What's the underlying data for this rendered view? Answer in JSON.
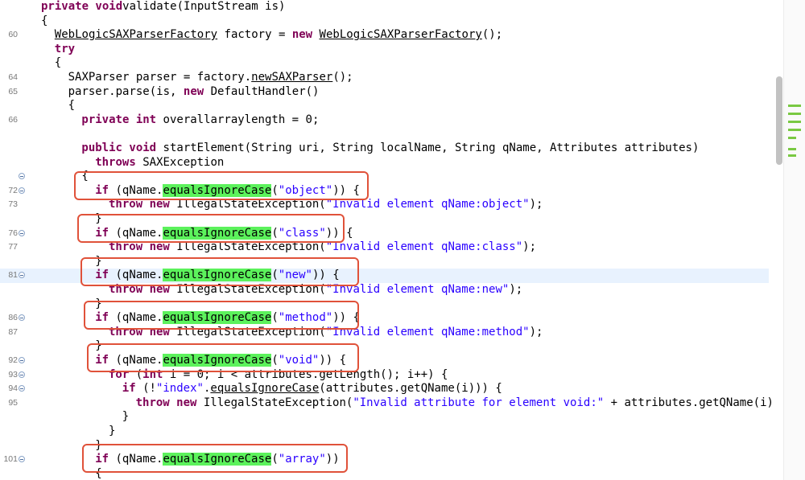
{
  "colors": {
    "keyword": "#7f0055",
    "string": "#2a00ff",
    "match_highlight": "#5cf25c",
    "callout_box": "#e0523a",
    "current_line": "#e8f2fe",
    "line_number": "#787878",
    "overview_mark": "#79c942"
  },
  "editor": {
    "lines": [
      {
        "num": "",
        "fold": false,
        "indent": 0,
        "segs": [
          [
            "kw",
            "private void"
          ],
          [
            "",
            "validate(InputStream is)"
          ]
        ]
      },
      {
        "num": "",
        "fold": false,
        "indent": 0,
        "segs": [
          [
            "",
            "{"
          ]
        ]
      },
      {
        "num": "60",
        "fold": false,
        "indent": 1,
        "segs": [
          [
            "ul",
            "WebLogicSAXParserFactory"
          ],
          [
            "",
            " factory = "
          ],
          [
            "kw",
            "new"
          ],
          [
            "",
            " "
          ],
          [
            "ul",
            "WebLogicSAXParserFactory"
          ],
          [
            "",
            "();"
          ]
        ]
      },
      {
        "num": "",
        "fold": false,
        "indent": 1,
        "segs": [
          [
            "kw",
            "try"
          ]
        ]
      },
      {
        "num": "",
        "fold": false,
        "indent": 1,
        "segs": [
          [
            "",
            "{"
          ]
        ]
      },
      {
        "num": "64",
        "fold": false,
        "indent": 2,
        "segs": [
          [
            "",
            "SAXParser parser = factory."
          ],
          [
            "ul",
            "newSAXParser"
          ],
          [
            "",
            "();"
          ]
        ]
      },
      {
        "num": "65",
        "fold": false,
        "indent": 2,
        "segs": [
          [
            "",
            "parser.parse(is, "
          ],
          [
            "kw",
            "new"
          ],
          [
            "",
            " DefaultHandler()"
          ]
        ]
      },
      {
        "num": "",
        "fold": false,
        "indent": 2,
        "segs": [
          [
            "",
            "{"
          ]
        ]
      },
      {
        "num": "66",
        "fold": false,
        "indent": 3,
        "segs": [
          [
            "kw",
            "private int"
          ],
          [
            "",
            " overallarraylength = 0;"
          ]
        ]
      },
      {
        "num": "",
        "fold": false,
        "indent": 0,
        "segs": []
      },
      {
        "num": "",
        "fold": false,
        "indent": 3,
        "segs": [
          [
            "kw",
            "public void"
          ],
          [
            "",
            " startElement(String uri, String localName, String qName, Attributes attributes)"
          ]
        ]
      },
      {
        "num": "",
        "fold": false,
        "indent": 4,
        "segs": [
          [
            "kw",
            "throws"
          ],
          [
            "",
            " SAXException"
          ]
        ]
      },
      {
        "num": "",
        "fold": true,
        "indent": 3,
        "segs": [
          [
            "",
            "{"
          ]
        ]
      },
      {
        "num": "72",
        "fold": true,
        "indent": 4,
        "segs": [
          [
            "kw",
            "if"
          ],
          [
            "",
            " (qName."
          ],
          [
            "hl",
            "equalsIgnoreCase"
          ],
          [
            "",
            "("
          ],
          [
            "str",
            "\"object\""
          ],
          [
            "",
            "))"
          ],
          [
            "",
            " {"
          ]
        ]
      },
      {
        "num": "73",
        "fold": false,
        "indent": 5,
        "segs": [
          [
            "kw",
            "throw new"
          ],
          [
            "",
            " IllegalStateException("
          ],
          [
            "str",
            "\"Invalid element qName:object\""
          ],
          [
            "",
            ");"
          ]
        ]
      },
      {
        "num": "",
        "fold": false,
        "indent": 4,
        "segs": [
          [
            "",
            "}"
          ]
        ]
      },
      {
        "num": "76",
        "fold": true,
        "indent": 4,
        "segs": [
          [
            "kw",
            "if"
          ],
          [
            "",
            " (qName."
          ],
          [
            "hl",
            "equalsIgnoreCase"
          ],
          [
            "",
            "("
          ],
          [
            "str",
            "\"class\""
          ],
          [
            "",
            "))"
          ],
          [
            "",
            " {"
          ]
        ]
      },
      {
        "num": "77",
        "fold": false,
        "indent": 5,
        "segs": [
          [
            "kw",
            "throw new"
          ],
          [
            "",
            " IllegalStateException("
          ],
          [
            "str",
            "\"Invalid element qName:class\""
          ],
          [
            "",
            ");"
          ]
        ]
      },
      {
        "num": "",
        "fold": false,
        "indent": 4,
        "segs": [
          [
            "",
            "}"
          ]
        ]
      },
      {
        "num": "81",
        "fold": true,
        "indent": 4,
        "current": true,
        "segs": [
          [
            "kw",
            "if"
          ],
          [
            "",
            " (qName."
          ],
          [
            "hl",
            "equalsIgnoreCase"
          ],
          [
            "",
            "("
          ],
          [
            "str",
            "\"new\""
          ],
          [
            "",
            "))"
          ],
          [
            "",
            " {"
          ]
        ]
      },
      {
        "num": "",
        "fold": false,
        "indent": 5,
        "segs": [
          [
            "kw",
            "throw new"
          ],
          [
            "",
            " IllegalStateException("
          ],
          [
            "str",
            "\"Invalid element qName:new\""
          ],
          [
            "",
            ");"
          ]
        ]
      },
      {
        "num": "",
        "fold": false,
        "indent": 4,
        "segs": [
          [
            "",
            "}"
          ]
        ]
      },
      {
        "num": "86",
        "fold": true,
        "indent": 4,
        "segs": [
          [
            "kw",
            "if"
          ],
          [
            "",
            " (qName."
          ],
          [
            "hl",
            "equalsIgnoreCase"
          ],
          [
            "",
            "("
          ],
          [
            "str",
            "\"method\""
          ],
          [
            "",
            "))"
          ],
          [
            "",
            " {"
          ]
        ]
      },
      {
        "num": "87",
        "fold": false,
        "indent": 5,
        "segs": [
          [
            "kw",
            "throw new"
          ],
          [
            "",
            " IllegalStateException("
          ],
          [
            "str",
            "\"Invalid element qName:method\""
          ],
          [
            "",
            ");"
          ]
        ]
      },
      {
        "num": "",
        "fold": false,
        "indent": 4,
        "segs": [
          [
            "",
            "}"
          ]
        ]
      },
      {
        "num": "92",
        "fold": true,
        "indent": 4,
        "segs": [
          [
            "kw",
            "if"
          ],
          [
            "",
            " (qName."
          ],
          [
            "hl",
            "equalsIgnoreCase"
          ],
          [
            "",
            "("
          ],
          [
            "str",
            "\"void\""
          ],
          [
            "",
            "))"
          ],
          [
            "",
            " {"
          ]
        ]
      },
      {
        "num": "93",
        "fold": true,
        "indent": 5,
        "segs": [
          [
            "kw",
            "for"
          ],
          [
            "",
            " ("
          ],
          [
            "kw",
            "int"
          ],
          [
            "",
            " i = 0; i < attributes.getLength(); i++) {"
          ]
        ]
      },
      {
        "num": "94",
        "fold": true,
        "indent": 6,
        "segs": [
          [
            "kw",
            "if"
          ],
          [
            "",
            " (!"
          ],
          [
            "str",
            "\"index\""
          ],
          [
            "",
            "."
          ],
          [
            "ul",
            "equalsIgnoreCase"
          ],
          [
            "",
            "(attributes.getQName(i))) {"
          ]
        ]
      },
      {
        "num": "95",
        "fold": false,
        "indent": 7,
        "segs": [
          [
            "kw",
            "throw new"
          ],
          [
            "",
            " IllegalStateException("
          ],
          [
            "str",
            "\"Invalid attribute for element void:\""
          ],
          [
            "",
            " + attributes.getQName(i))"
          ]
        ]
      },
      {
        "num": "",
        "fold": false,
        "indent": 6,
        "segs": [
          [
            "",
            "}"
          ]
        ]
      },
      {
        "num": "",
        "fold": false,
        "indent": 5,
        "segs": [
          [
            "",
            "}"
          ]
        ]
      },
      {
        "num": "",
        "fold": false,
        "indent": 4,
        "segs": [
          [
            "",
            "}"
          ]
        ]
      },
      {
        "num": "101",
        "fold": true,
        "indent": 4,
        "segs": [
          [
            "kw",
            "if"
          ],
          [
            "",
            " (qName."
          ],
          [
            "hl",
            "equalsIgnoreCase"
          ],
          [
            "",
            "("
          ],
          [
            "str",
            "\"array\""
          ],
          [
            "",
            "))"
          ]
        ]
      },
      {
        "num": "",
        "fold": false,
        "indent": 4,
        "segs": [
          [
            "",
            "{"
          ]
        ]
      }
    ]
  }
}
